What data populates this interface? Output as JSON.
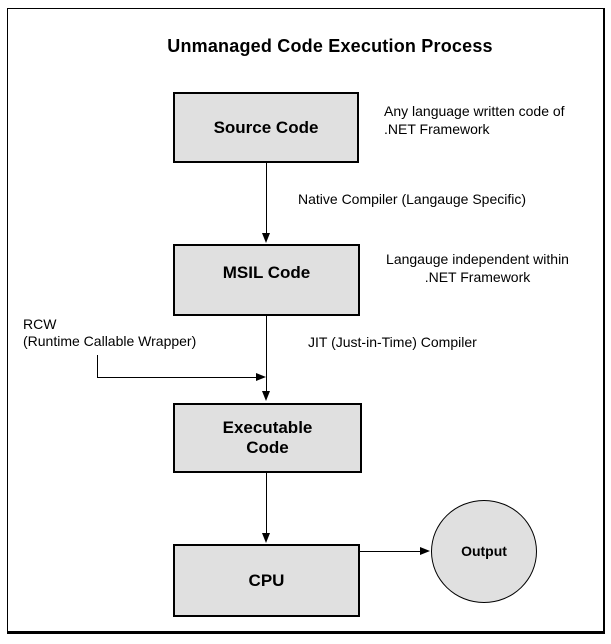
{
  "title": "Unmanaged Code Execution Process",
  "nodes": {
    "source_code": {
      "label": "Source Code"
    },
    "msil_code": {
      "label": "MSIL Code"
    },
    "executable_code": {
      "label": "Executable\nCode"
    },
    "cpu": {
      "label": "CPU"
    },
    "output": {
      "label": "Output"
    }
  },
  "annotations": {
    "source_note": "Any language written code of\n.NET Framework",
    "native_compiler": "Native Compiler (Langauge Specific)",
    "msil_note": "Langauge independent within\n.NET Framework",
    "rcw": "RCW\n(Runtime Callable Wrapper)",
    "jit_compiler": "JIT (Just-in-Time) Compiler"
  },
  "colors": {
    "background": "#ffffff",
    "node_fill": "#e0e0e0",
    "node_border": "#000000",
    "frame_border": "#000000",
    "text": "#000000"
  }
}
